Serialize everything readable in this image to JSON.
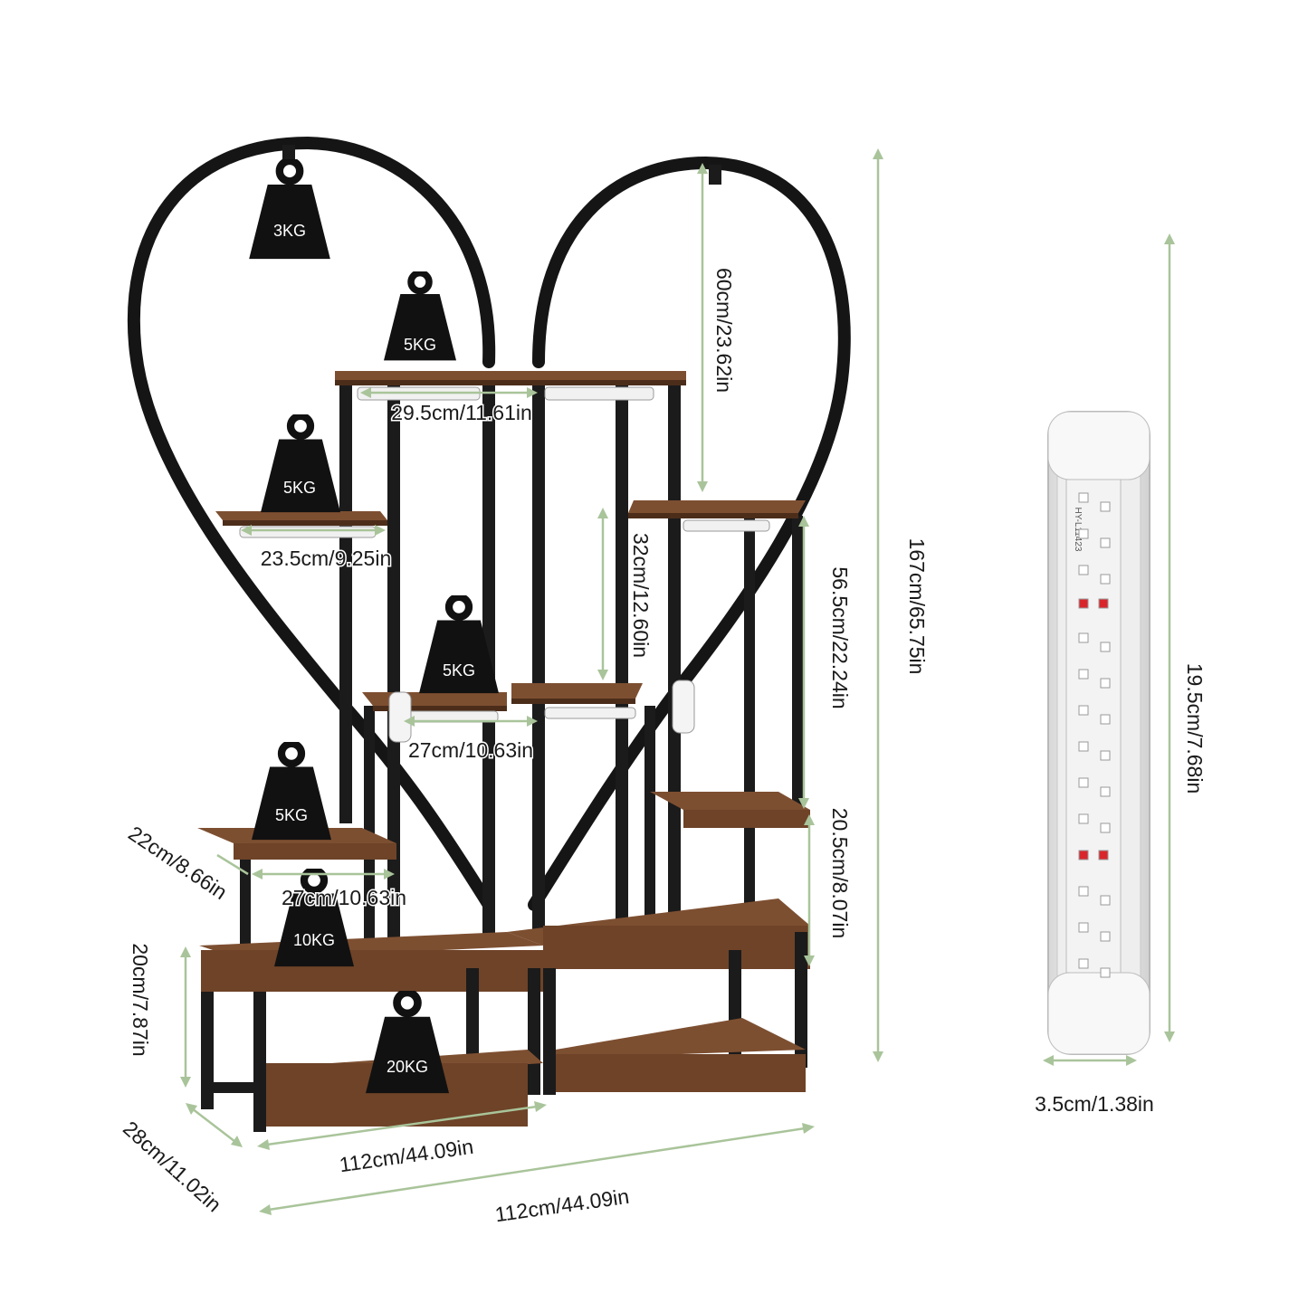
{
  "dimensions": {
    "top_shelf_width": "29.5cm/11.61in",
    "left_mid_shelf_width": "23.5cm/9.25in",
    "center_shelf_width": "27cm/10.63in",
    "left_low_shelf_width": "27cm/10.63in",
    "left_low_shelf_depth": "22cm/8.66in",
    "arch_height": "60cm/23.62in",
    "center_gap": "32cm/12.60in",
    "right_upper_gap": "56.5cm/22.24in",
    "right_lower_gap": "20.5cm/8.07in",
    "total_height": "167cm/65.75in",
    "base_height": "20cm/7.87in",
    "depth": "28cm/11.02in",
    "base_width": "112cm/44.09in",
    "total_width": "112cm/44.09in",
    "lamp_length": "19.5cm/7.68in",
    "lamp_width": "3.5cm/1.38in"
  },
  "weights": {
    "arch_left": "3KG",
    "top_shelf": "5KG",
    "left_mid_shelf": "5KG",
    "center_shelf": "5KG",
    "left_low_shelf": "5KG",
    "base_upper": "10KG",
    "base_lower": "20KG"
  },
  "lamp": {
    "pcb_label": "HY-L11423"
  },
  "colors": {
    "arrow": "#a9c49a",
    "frame": "#151515",
    "wood": "#6e4328",
    "weight_icon": "#111111",
    "led_red": "#d9262c"
  }
}
